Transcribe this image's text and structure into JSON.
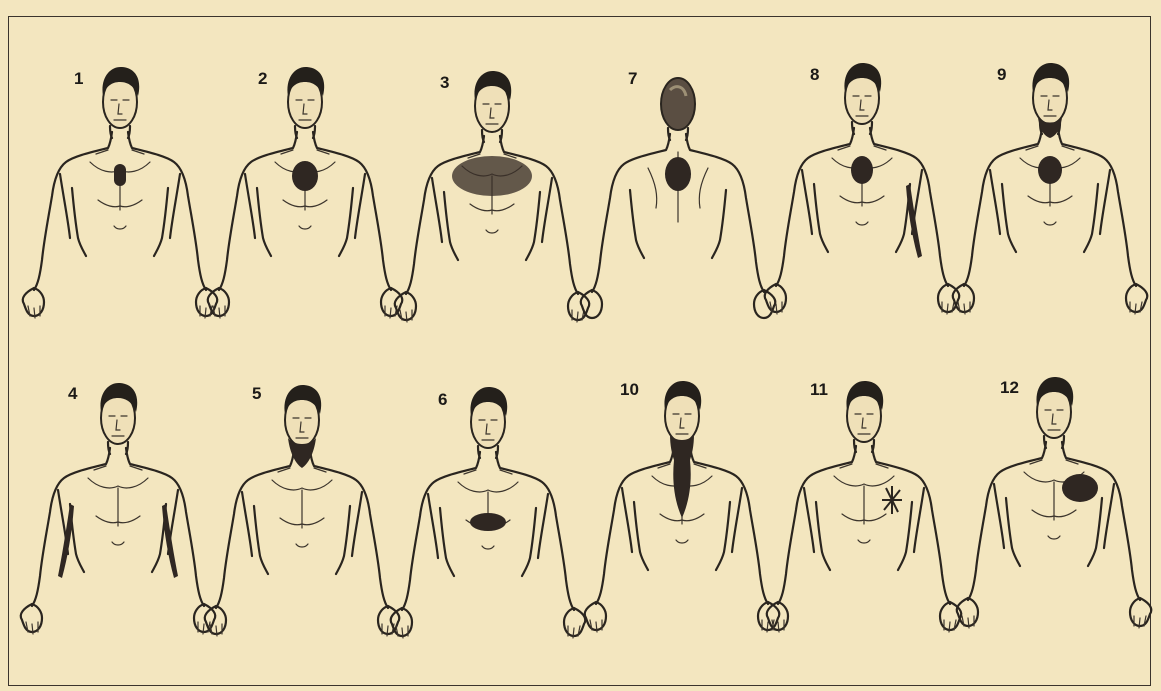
{
  "colors": {
    "background": "#f3e6bf",
    "line": "#2a251f",
    "pain_area": "#2f2722"
  },
  "figures": [
    {
      "label": "1",
      "view": "front",
      "pain": "sternum-narrow"
    },
    {
      "label": "2",
      "view": "front",
      "pain": "mid-chest"
    },
    {
      "label": "3",
      "view": "front",
      "pain": "whole-chest"
    },
    {
      "label": "7",
      "view": "back",
      "pain": "between-shoulder-blades"
    },
    {
      "label": "8",
      "view": "front",
      "pain": "mid-chest-with-left-arm"
    },
    {
      "label": "9",
      "view": "front",
      "pain": "chest-neck-jaw"
    },
    {
      "label": "4",
      "view": "front",
      "pain": "both-arms"
    },
    {
      "label": "5",
      "view": "front",
      "pain": "neck-jaw"
    },
    {
      "label": "6",
      "view": "front",
      "pain": "upper-abdomen"
    },
    {
      "label": "10",
      "view": "front",
      "pain": "neck-down-center-chest"
    },
    {
      "label": "11",
      "view": "front",
      "pain": "left-chest-point"
    },
    {
      "label": "12",
      "view": "front",
      "pain": "left-chest"
    }
  ]
}
